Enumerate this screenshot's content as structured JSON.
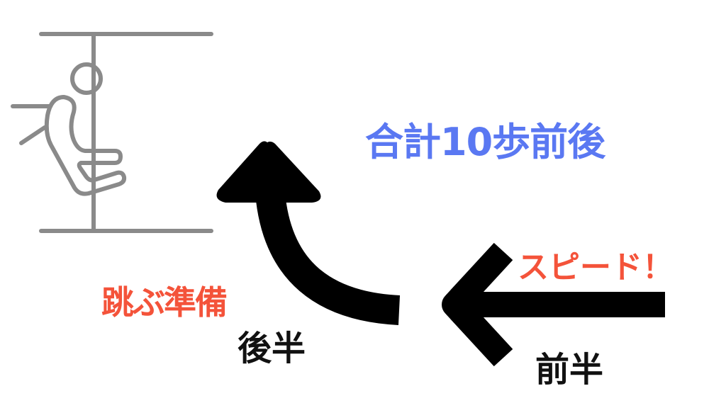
{
  "colors": {
    "figure": "#8a8a8a",
    "arrow": "#000000",
    "blue": "#5a78f2",
    "red": "#f4533a",
    "black": "#111111"
  },
  "labels": {
    "total": "合計10歩前後",
    "speed": "スピード！",
    "jump_prep": "跳ぶ準備",
    "second_half": "後半",
    "first_half": "前半"
  }
}
